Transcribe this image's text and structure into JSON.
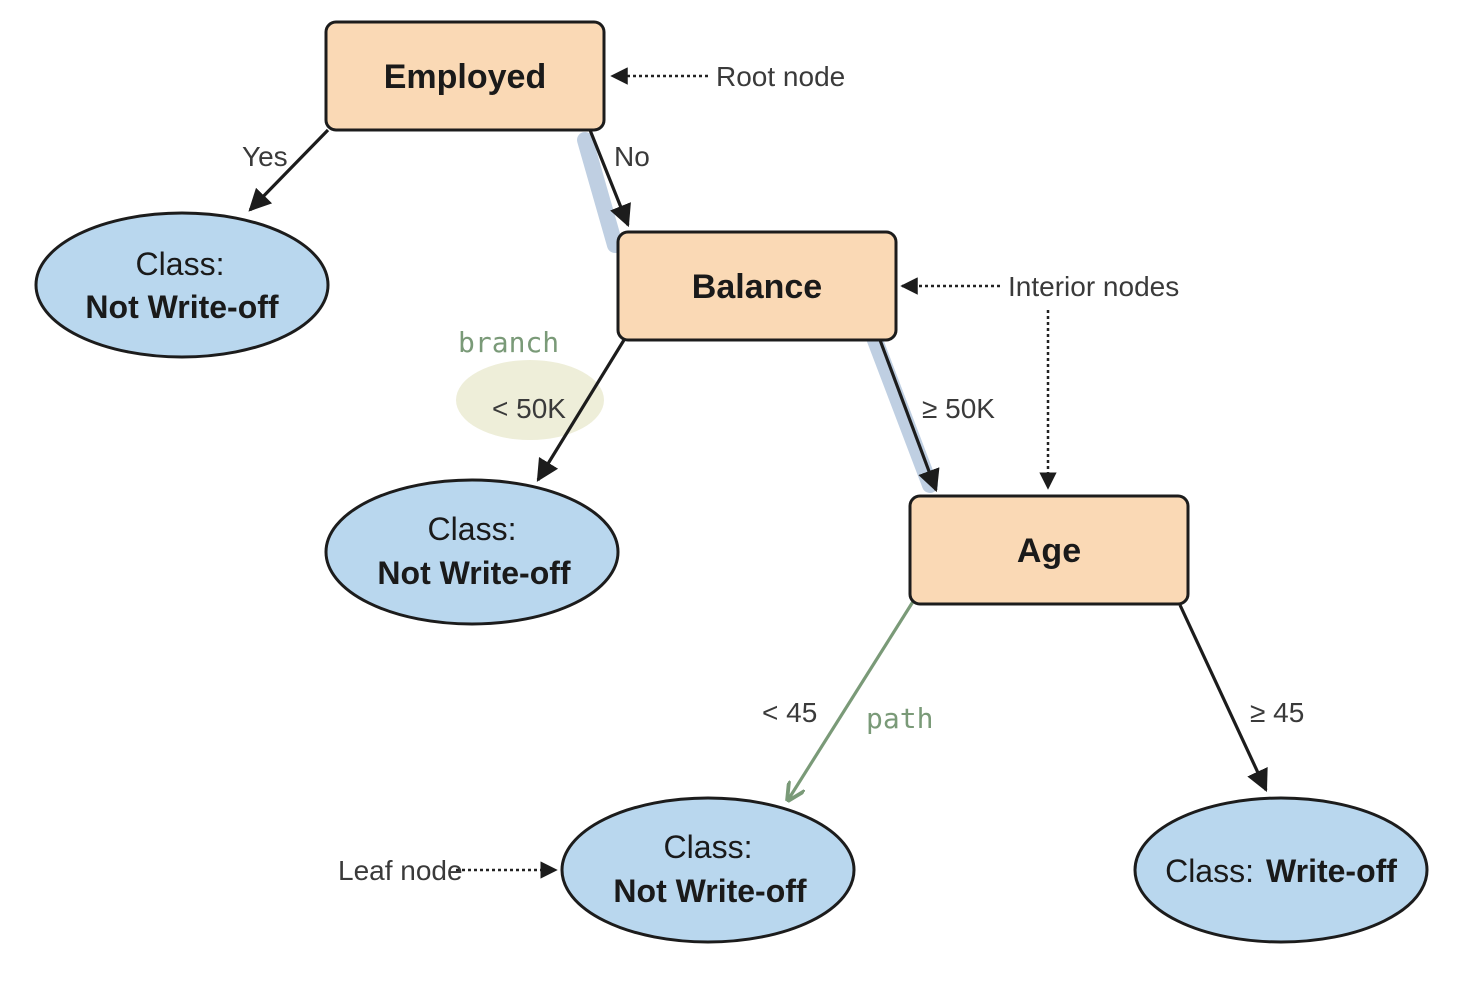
{
  "nodes": {
    "employed": "Employed",
    "balance": "Balance",
    "age": "Age"
  },
  "leaves": {
    "leaf1": {
      "line1": "Class:",
      "line2": "Not Write-off"
    },
    "leaf2": {
      "line1": "Class:",
      "line2": "Not Write-off"
    },
    "leaf3": {
      "line1": "Class:",
      "line2": "Not Write-off"
    },
    "leaf4": {
      "prefix": "Class:",
      "value": "Write-off"
    }
  },
  "edges": {
    "yes": "Yes",
    "no": "No",
    "lt50k": "< 50K",
    "ge50k": "≥ 50K",
    "lt45": "< 45",
    "ge45": "≥ 45"
  },
  "annotations": {
    "root_node": "Root node",
    "interior_nodes": "Interior nodes",
    "leaf_node": "Leaf node",
    "branch": "branch",
    "path": "path"
  },
  "colors": {
    "decision_node": "#fad9b5",
    "leaf_node": "#b9d7ee",
    "highlight_path": "#a9bfd8",
    "handwritten": "#7a9a78",
    "branch_highlight": "#eeeed9"
  }
}
